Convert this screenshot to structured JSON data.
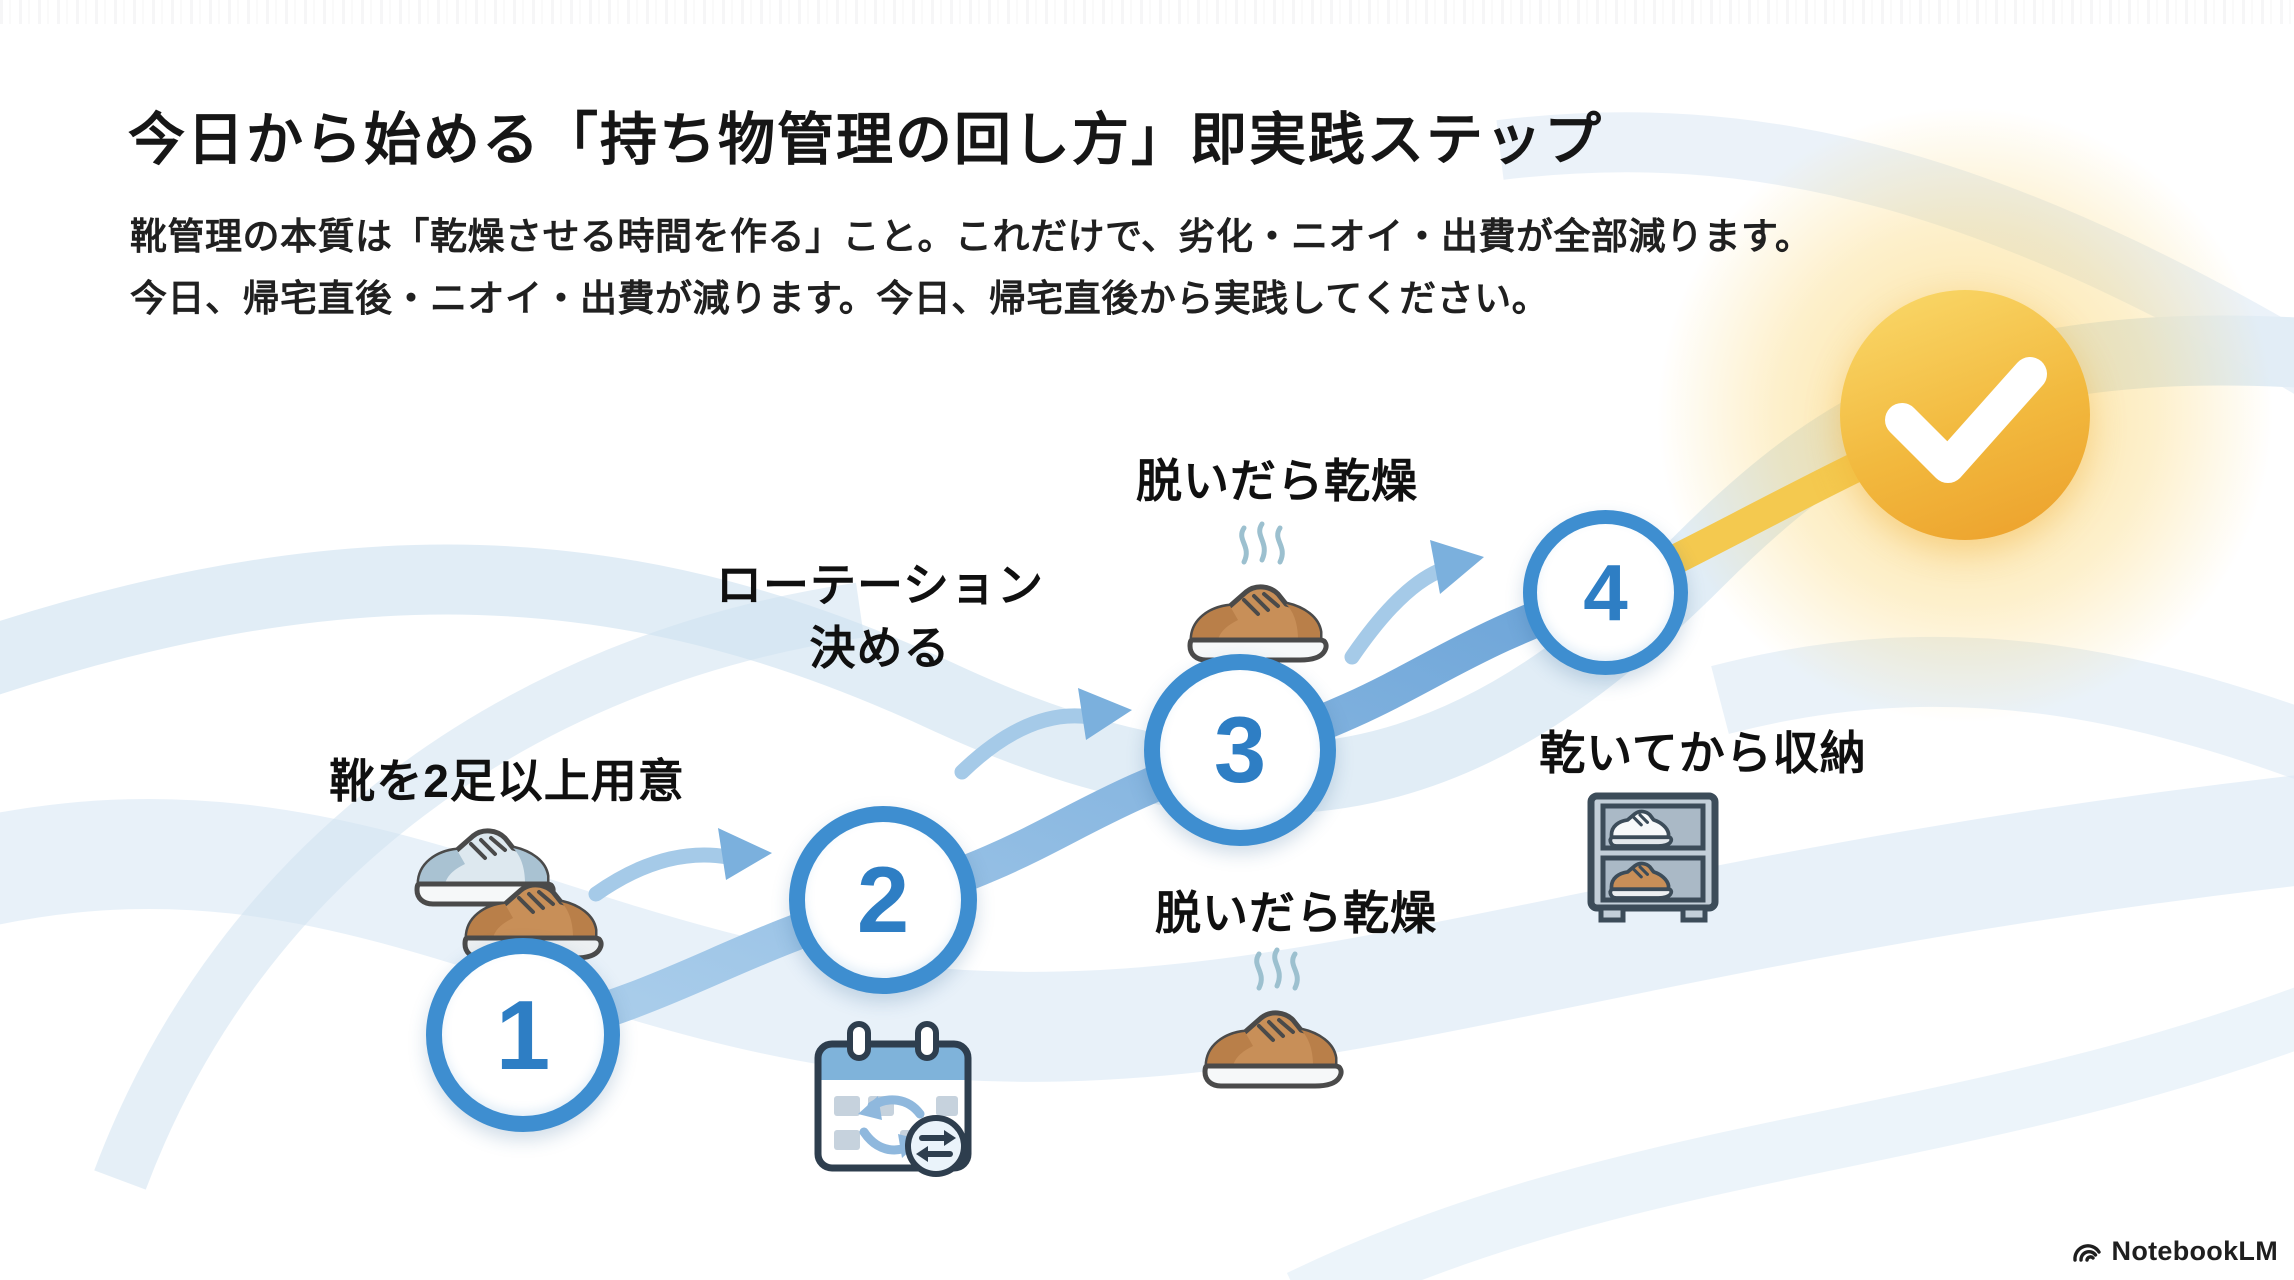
{
  "header": {
    "title": "今日から始める「持ち物管理の回し方」即実践ステップ",
    "subtitle_line1": "靴管理の本質は「乾燥させる時間を作る」こと。これだけで、劣化・ニオイ・出費が全部減ります。",
    "subtitle_line2": "今日、帰宅直後・ニオイ・出費が減ります。今日、帰宅直後から実践してください。"
  },
  "steps": [
    {
      "number": "1",
      "label": "靴を2足以上用意",
      "icon": "pair-of-shoes-icon"
    },
    {
      "number": "2",
      "label": "ローテーション\n決める",
      "icon": "calendar-rotation-icon"
    },
    {
      "number": "3",
      "label_above": "脱いだら乾燥",
      "label_below": "脱いだら乾燥",
      "icon": "steaming-shoe-icon"
    },
    {
      "number": "4",
      "label": "乾いてから収納",
      "icon": "shoe-rack-icon"
    }
  ],
  "goal": {
    "icon": "check-icon"
  },
  "footer": {
    "brand": "NotebookLM",
    "icon": "notebooklm-wave-icon"
  },
  "colors": {
    "step_ring_blue": "#3e8ed0",
    "step_number_blue": "#2e7ec4",
    "path_blue_light": "#aed0ec",
    "path_blue_dark": "#6ca4d8",
    "arrow_blue": "#a5cae8",
    "path_yellow": "#f4c94f",
    "check_circle_top": "#f9d565",
    "check_circle_bottom": "#ec9f2b",
    "wave_blue": "#d8e7f3",
    "shoe_brown": "#c88f58",
    "text_black": "#161616"
  }
}
